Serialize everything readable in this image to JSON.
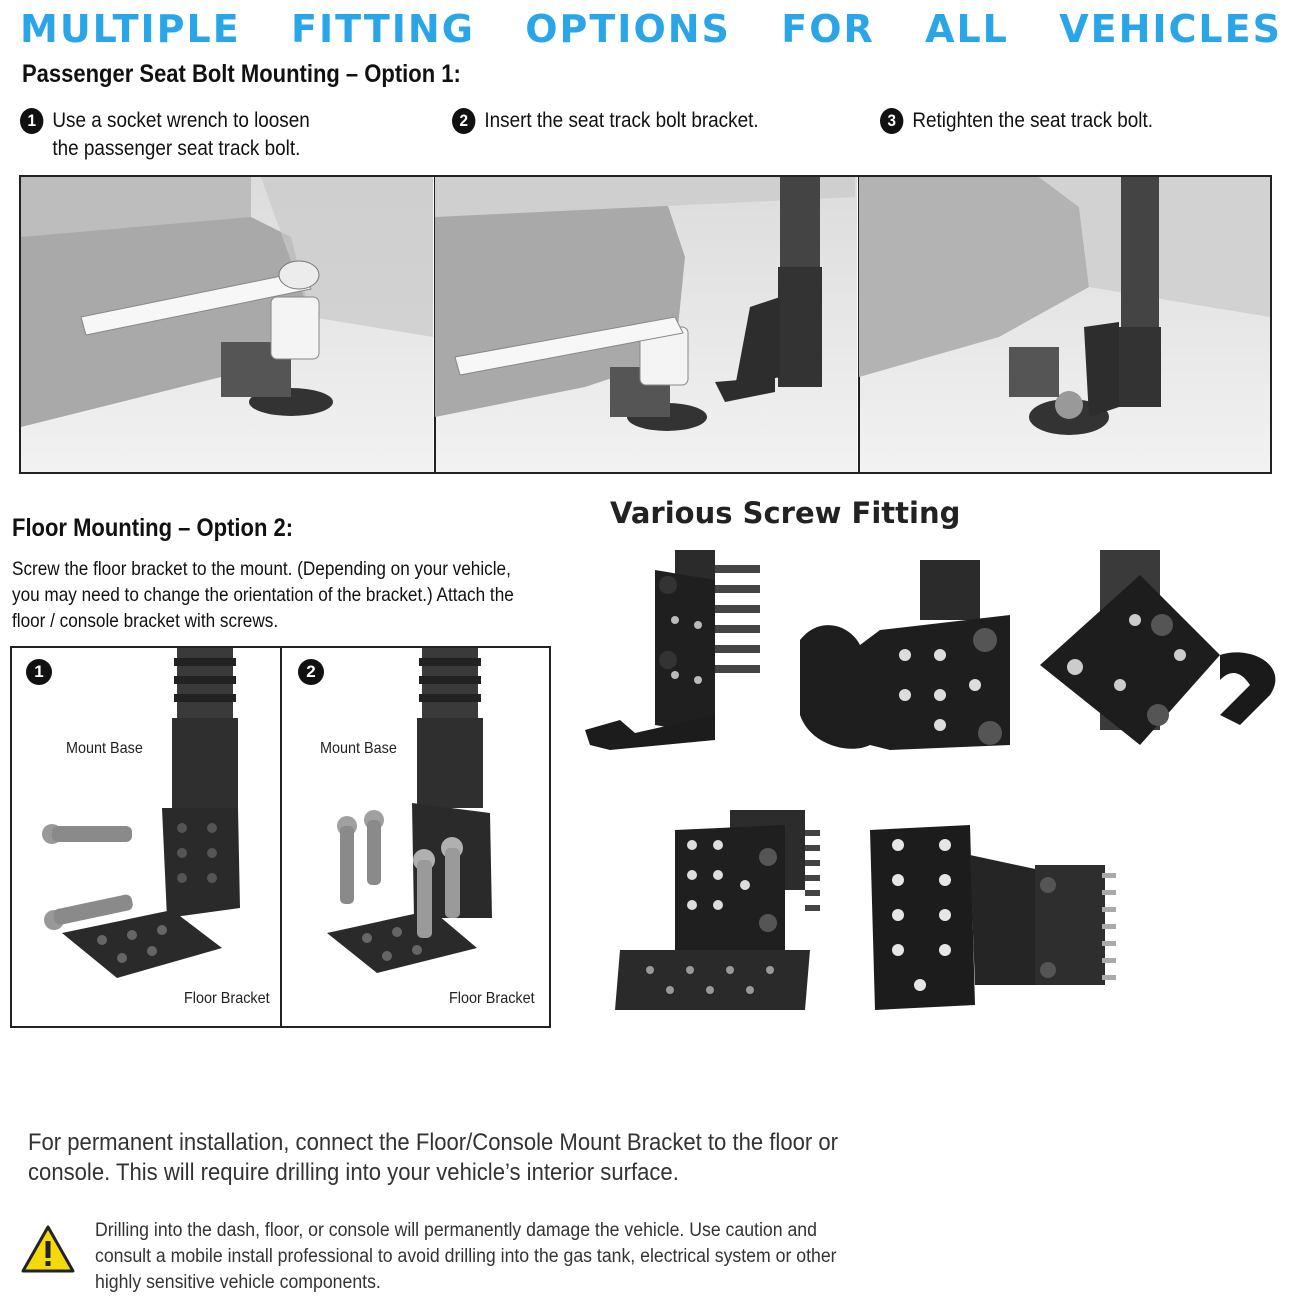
{
  "banner": [
    "MULTIPLE",
    "FITTING",
    "OPTIONS",
    "FOR",
    "ALL",
    "VEHICLES"
  ],
  "option1": {
    "title": "Passenger Seat Bolt Mounting – Option 1:",
    "steps": [
      {
        "num": "1",
        "text": "Use a socket wrench to loosen the passenger seat track bolt."
      },
      {
        "num": "2",
        "text": "Insert the seat track bolt bracket."
      },
      {
        "num": "3",
        "text": "Retighten the seat track bolt."
      }
    ]
  },
  "option2": {
    "title": "Floor Mounting – Option 2:",
    "description": "Screw the floor bracket to the mount. (Depending on your vehicle, you may need to change the orientation of the bracket.) Attach the floor / console bracket with screws.",
    "panels": [
      {
        "num": "1",
        "mount_label": "Mount Base",
        "bracket_label": "Floor Bracket"
      },
      {
        "num": "2",
        "mount_label": "Mount Base",
        "bracket_label": "Floor Bracket"
      }
    ]
  },
  "screw_fitting": {
    "title": "Various Screw Fitting"
  },
  "permanent_note": "For permanent installation, connect the Floor/Console Mount Bracket to the floor or console. This will require drilling into your vehicle’s interior surface.",
  "warning": {
    "icon": "warning-triangle-icon",
    "text": "Drilling into the dash, floor, or console will permanently damage the vehicle. Use caution and consult a mobile install professional to avoid drilling into the gas tank, electrical system or other highly sensitive vehicle components."
  },
  "colors": {
    "banner": "#2aa6e8",
    "warning_fill": "#f5d90a"
  }
}
